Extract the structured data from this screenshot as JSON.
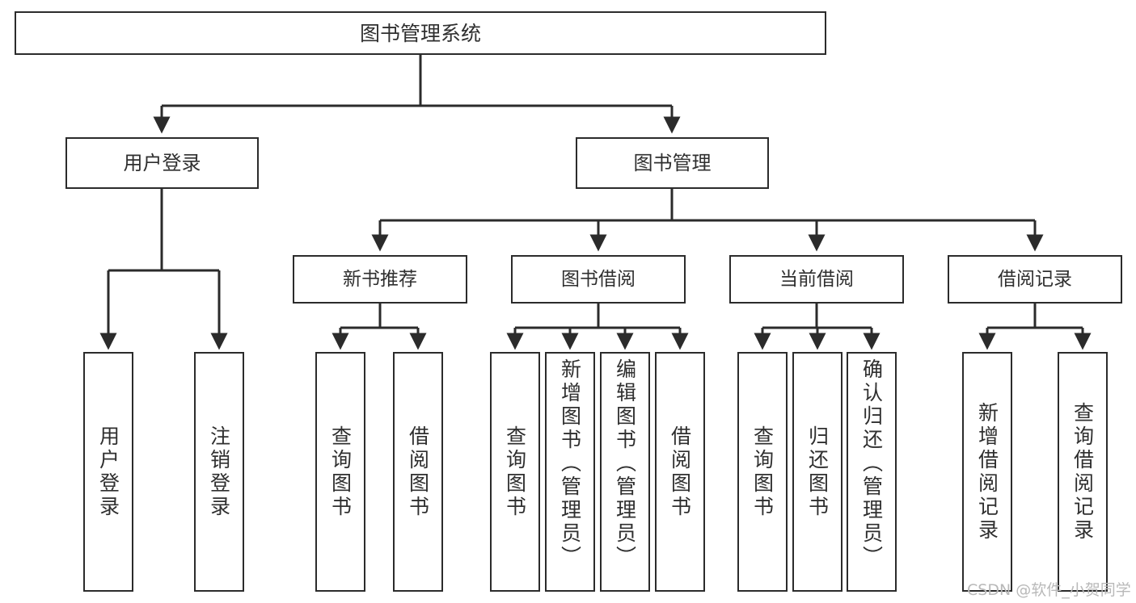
{
  "diagram": {
    "title": "图书管理系统",
    "type": "tree-hierarchy",
    "watermark": "CSDN @软件_小贺同学",
    "colors": {
      "stroke": "#2b2b2b",
      "text": "#2f2f2f",
      "background": "#ffffff",
      "watermark": "#b9b9b9"
    },
    "nodes": {
      "root": {
        "label": "图书管理系统"
      },
      "level1": [
        {
          "label": "用户登录"
        },
        {
          "label": "图书管理"
        }
      ],
      "level2": [
        {
          "label": "新书推荐"
        },
        {
          "label": "图书借阅"
        },
        {
          "label": "当前借阅"
        },
        {
          "label": "借阅记录"
        }
      ],
      "leaves": [
        {
          "label": "用户登录"
        },
        {
          "label": "注销登录"
        },
        {
          "label": "查询图书"
        },
        {
          "label": "借阅图书"
        },
        {
          "label": "查询图书"
        },
        {
          "label": "新增图书（管理员）"
        },
        {
          "label": "编辑图书（管理员）"
        },
        {
          "label": "借阅图书"
        },
        {
          "label": "查询图书"
        },
        {
          "label": "归还图书"
        },
        {
          "label": "确认归还（管理员）"
        },
        {
          "label": "新增借阅记录"
        },
        {
          "label": "查询借阅记录"
        }
      ]
    },
    "edges": [
      {
        "from": "图书管理系统",
        "to": "用户登录"
      },
      {
        "from": "图书管理系统",
        "to": "图书管理"
      },
      {
        "from": "图书管理",
        "to": "新书推荐"
      },
      {
        "from": "图书管理",
        "to": "图书借阅"
      },
      {
        "from": "图书管理",
        "to": "当前借阅"
      },
      {
        "from": "图书管理",
        "to": "借阅记录"
      },
      {
        "from": "用户登录",
        "to": "用户登录"
      },
      {
        "from": "用户登录",
        "to": "注销登录"
      },
      {
        "from": "新书推荐",
        "to": "查询图书"
      },
      {
        "from": "新书推荐",
        "to": "借阅图书"
      },
      {
        "from": "图书借阅",
        "to": "查询图书"
      },
      {
        "from": "图书借阅",
        "to": "新增图书（管理员）"
      },
      {
        "from": "图书借阅",
        "to": "编辑图书（管理员）"
      },
      {
        "from": "图书借阅",
        "to": "借阅图书"
      },
      {
        "from": "当前借阅",
        "to": "查询图书"
      },
      {
        "from": "当前借阅",
        "to": "归还图书"
      },
      {
        "from": "当前借阅",
        "to": "确认归还（管理员）"
      },
      {
        "from": "借阅记录",
        "to": "新增借阅记录"
      },
      {
        "from": "借阅记录",
        "to": "查询借阅记录"
      }
    ]
  }
}
